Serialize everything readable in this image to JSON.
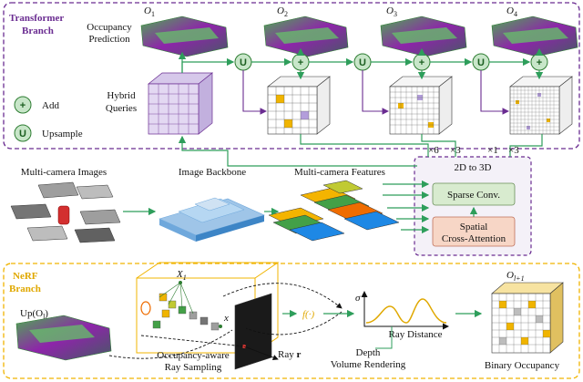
{
  "transformer_branch": {
    "title_line1": "Transformer",
    "title_line2": "Branch"
  },
  "nerf_branch": {
    "title_line1": "NeRF",
    "title_line2": "Branch"
  },
  "legend": {
    "add_symbol": "+",
    "add_label": "Add",
    "upsample_symbol": "U",
    "upsample_label": "Upsample"
  },
  "labels": {
    "occupancy_prediction_1": "Occupancy",
    "occupancy_prediction_2": "Prediction",
    "hybrid_queries_1": "Hybrid",
    "hybrid_queries_2": "Queries",
    "multi_camera_images": "Multi-camera Images",
    "image_backbone": "Image Backbone",
    "multi_camera_features": "Multi-camera Features",
    "two_d_to_three_d": "2D to 3D",
    "sparse_conv": "Sparse Conv.",
    "spatial_1": "Spatial",
    "cross_attention": "Cross-Attention",
    "up_o": "Up(O",
    "up_o_sub": "l",
    "up_o_close": ")",
    "x1": "X",
    "x1_sub": "1",
    "x2": "x",
    "occ_aware_1": "Occupancy-aware",
    "occ_aware_2": "Ray Sampling",
    "ray": "Ray ",
    "ray_r": "r",
    "f_func": "f(·)",
    "sigma": "σ",
    "ray_distance": "Ray Distance",
    "depth": "Depth",
    "volume_rendering": "Volume Rendering",
    "binary_occupancy": "Binary Occupancy",
    "o_l1": "O",
    "o_l1_sub": "l+1"
  },
  "outputs": [
    {
      "name": "O",
      "sub": "1"
    },
    {
      "name": "O",
      "sub": "2"
    },
    {
      "name": "O",
      "sub": "3"
    },
    {
      "name": "O",
      "sub": "4"
    }
  ],
  "multipliers": [
    "×6",
    "×3",
    "×1",
    "×3"
  ],
  "colors": {
    "purple": "#6a2c91",
    "yellow": "#f0b400",
    "green_arrow": "#2e9e5b",
    "add_circle": "#c8e6c9",
    "sparse_conv_fill": "#d8ebcf",
    "spatial_fill": "#f7d6c6",
    "block_fill": "#e9e6f0"
  }
}
